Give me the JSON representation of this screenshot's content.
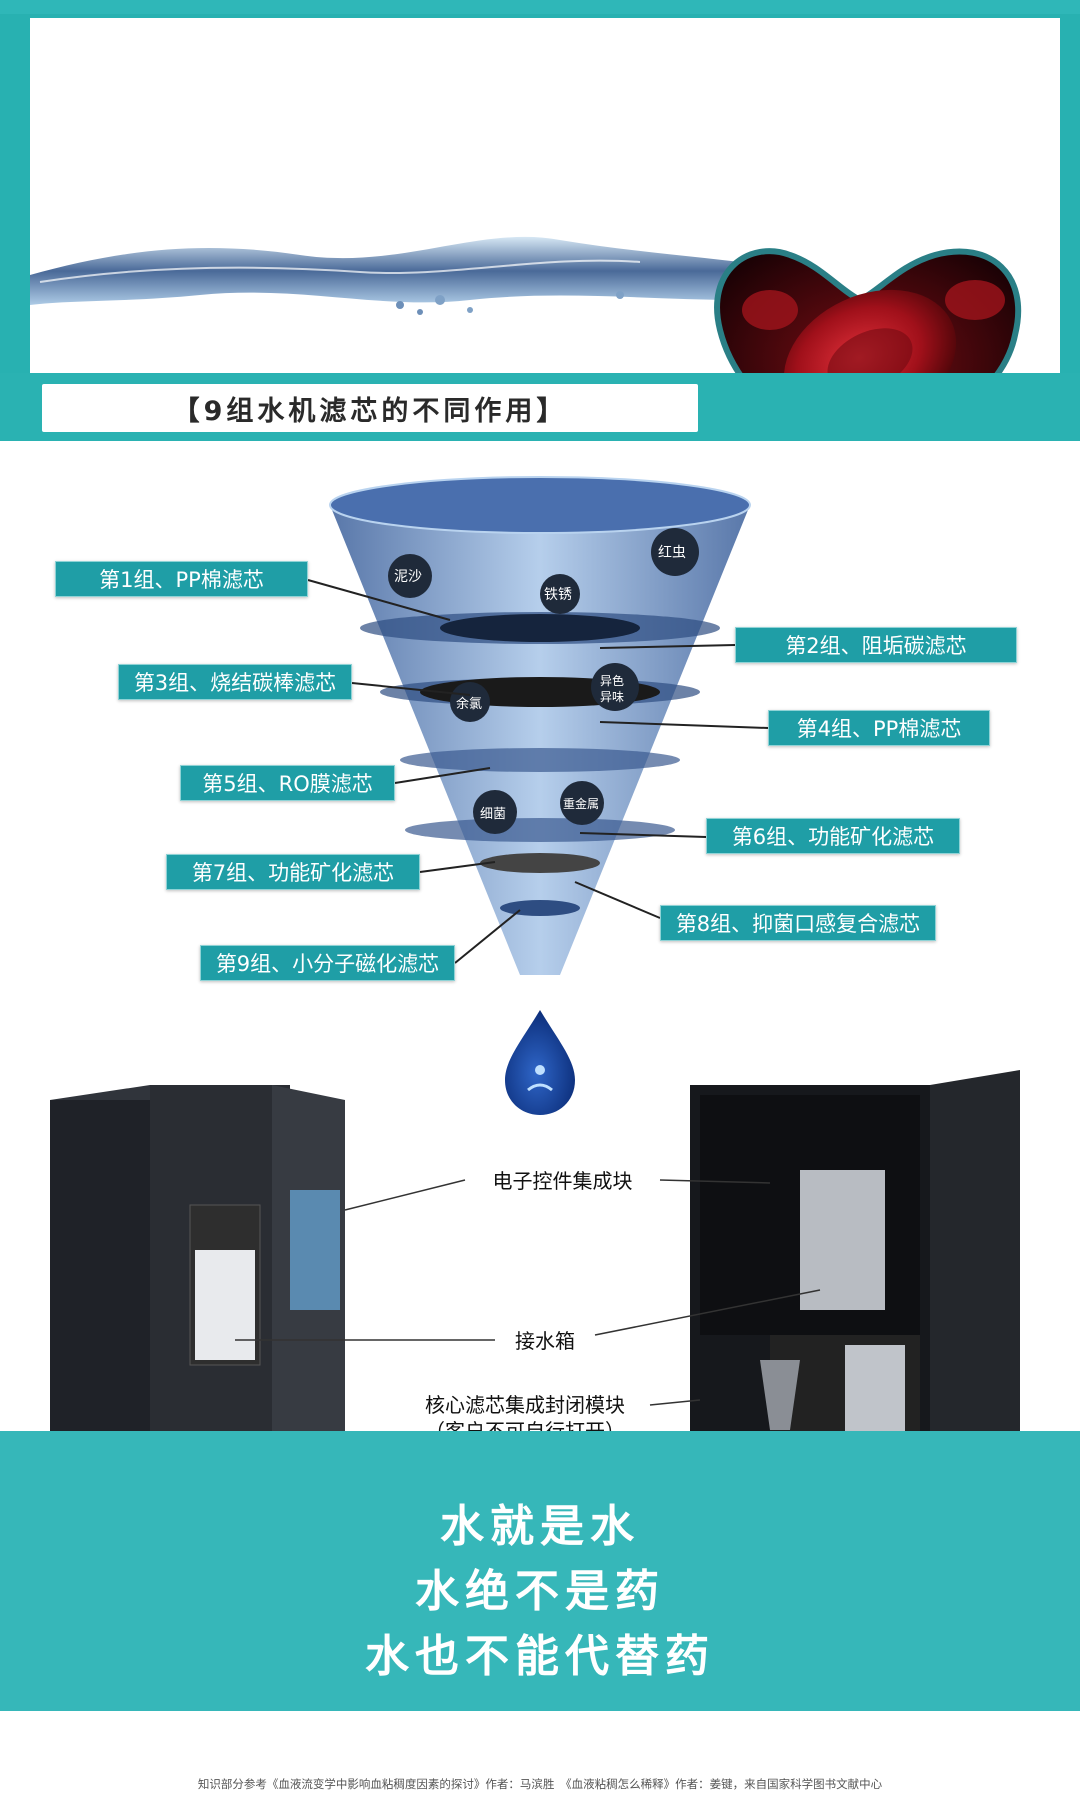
{
  "title": "【9组水机滤芯的不同作用】",
  "filters": [
    {
      "label": "第1组、PP棉滤芯"
    },
    {
      "label": "第2组、阻垢碳滤芯"
    },
    {
      "label": "第3组、烧结碳棒滤芯"
    },
    {
      "label": "第4组、PP棉滤芯"
    },
    {
      "label": "第5组、RO膜滤芯"
    },
    {
      "label": "第6组、功能矿化滤芯"
    },
    {
      "label": "第7组、功能矿化滤芯"
    },
    {
      "label": "第8组、抑菌口感复合滤芯"
    },
    {
      "label": "第9组、小分子磁化滤芯"
    }
  ],
  "contaminants": [
    "泥沙",
    "红虫",
    "铁锈",
    "异色",
    "异味",
    "余氯",
    "细菌",
    "重金属"
  ],
  "machine_labels": {
    "electronic": "电子控件集成块",
    "water_box": "接水箱",
    "core_module_line1": "核心滤芯集成封闭模块",
    "core_module_line2": "（客户不可自行打开）"
  },
  "slogans": [
    "水就是水",
    "水绝不是药",
    "水也不能代替药"
  ],
  "footer": "知识部分参考《血液流变学中影响血粘稠度因素的探讨》作者：马滨胜　《血液粘稠怎么稀释》作者：姜键，来自国家科学图书文献中心",
  "colors": {
    "teal": "#2ab2b2",
    "label_bg": "#1f9ea6",
    "heart_red": "#c0121b",
    "machine_dark": "#2a2d33"
  }
}
